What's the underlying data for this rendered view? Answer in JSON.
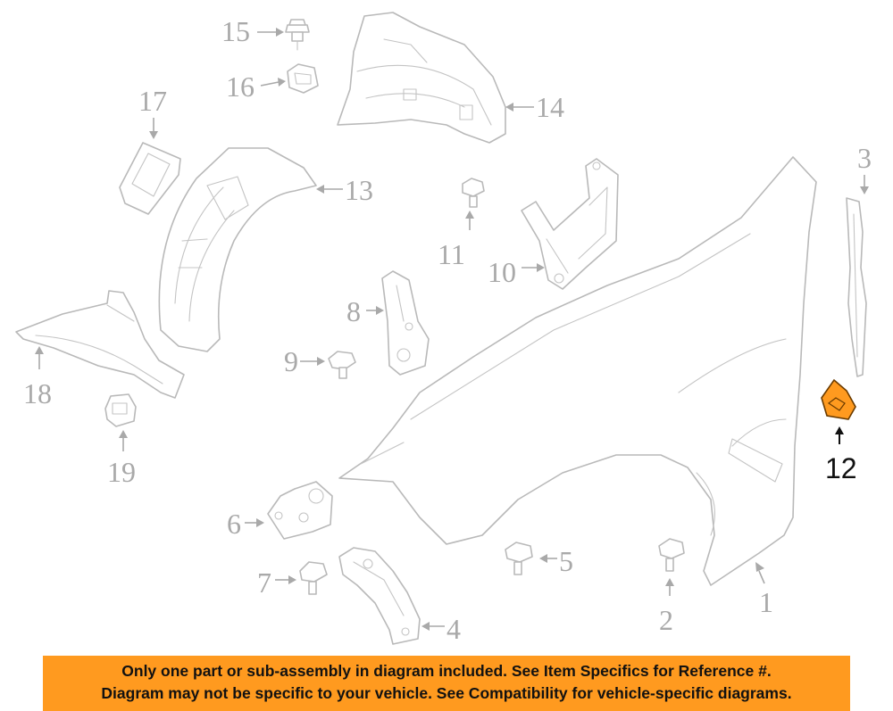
{
  "diagram": {
    "highlighted_callout": "12",
    "highlight_color": "#ff9a1f",
    "callouts": {
      "c1": "1",
      "c2": "2",
      "c3": "3",
      "c4": "4",
      "c5": "5",
      "c6": "6",
      "c7": "7",
      "c8": "8",
      "c9": "9",
      "c10": "10",
      "c11": "11",
      "c12": "12",
      "c13": "13",
      "c14": "14",
      "c15": "15",
      "c16": "16",
      "c17": "17",
      "c18": "18",
      "c19": "19"
    }
  },
  "notice": {
    "line1": "Only one part or sub-assembly in diagram included. See Item Specifics for Reference #.",
    "line2": "Diagram may not be specific to your vehicle. See Compatibility for vehicle-specific diagrams.",
    "background": "#ff9a1f"
  }
}
